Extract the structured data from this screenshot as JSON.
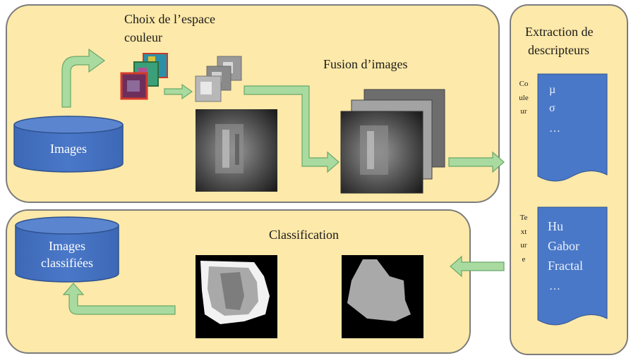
{
  "top_panel": {
    "title_line1": "Choix de l’espace",
    "title_line2": "couleur",
    "fusion_label": "Fusion d’images",
    "db_label": "Images"
  },
  "right_panel": {
    "title_line1": "Extraction de",
    "title_line2": "descripteurs",
    "couleur_vertical": "Couleur",
    "texture_vertical": "Texture",
    "color_descriptors": [
      "µ",
      "σ",
      "…"
    ],
    "texture_descriptors": [
      "Hu",
      "Gabor",
      "Fractal",
      "…"
    ]
  },
  "bottom_panel": {
    "title": "Classification",
    "db_label_line1": "Images",
    "db_label_line2": "classifiées"
  },
  "colors": {
    "panel_fill": "#fde9a9",
    "panel_border": "#7c7c7c",
    "shape_blue": "#4472c4",
    "arrow_green": "#9dd49a"
  }
}
